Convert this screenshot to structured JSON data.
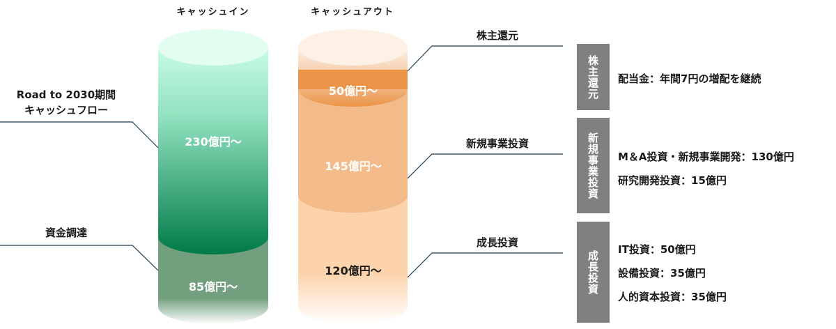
{
  "headings": {
    "cash_in": "キャッシュイン",
    "cash_out": "キャッシュアウト"
  },
  "cash_in": {
    "callouts": {
      "cashflow": [
        "Road to 2030期間",
        "キャッシュフロー"
      ],
      "financing": "資金調達"
    },
    "segments": [
      {
        "label": "230億円～",
        "color": "#007a47"
      },
      {
        "label": "85億円～",
        "color": "#72a07e"
      }
    ]
  },
  "cash_out": {
    "segments": [
      {
        "label": "50億円～",
        "callout": "株主還元",
        "color": "#eb9448"
      },
      {
        "label": "145億円～",
        "callout": "新規事業投資",
        "color": "#f3ba8a"
      },
      {
        "label": "120億円～",
        "callout": "成長投資",
        "color": "#fdd3ab"
      }
    ]
  },
  "details": [
    {
      "category": "株主還元",
      "items": [
        "配当金：年間7円の増配を継続"
      ]
    },
    {
      "category": "新規事業投資",
      "items": [
        "M＆A投資・新規事業開発：130億円",
        "研究開発投資：15億円"
      ]
    },
    {
      "category": "成長投資",
      "items": [
        "IT投資：50億円",
        "設備投資：35億円",
        "人的資本投資：35億円"
      ]
    }
  ]
}
